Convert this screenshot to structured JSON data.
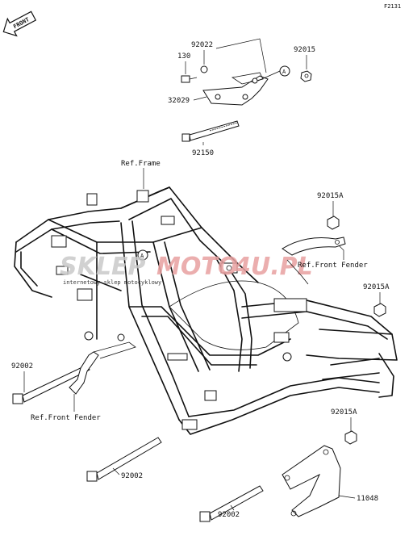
{
  "diagram_id": "F2131",
  "front_label": "FRONT",
  "watermark": {
    "brand_left": "SKLEP",
    "brand_right": "MOTO",
    "brand_suffix": "4U.PL",
    "tagline": "internetowy sklep motocyklowy",
    "color_left": "#c9c9c9",
    "color_right": "#e8a0a0"
  },
  "callouts": {
    "a_label": "A"
  },
  "parts": {
    "p130": "130",
    "p92022": "92022",
    "p92015": "92015",
    "p32029": "32029",
    "p92150": "92150",
    "ref_frame": "Ref.Frame",
    "p92015A_1": "92015A",
    "ref_front_fender_1": "Ref.Front Fender",
    "p92015A_2": "92015A",
    "p92002_1": "92002",
    "ref_front_fender_2": "Ref.Front Fender",
    "p92015A_3": "92015A",
    "p92002_2": "92002",
    "p11048": "11048",
    "p92002_3": "92002"
  }
}
